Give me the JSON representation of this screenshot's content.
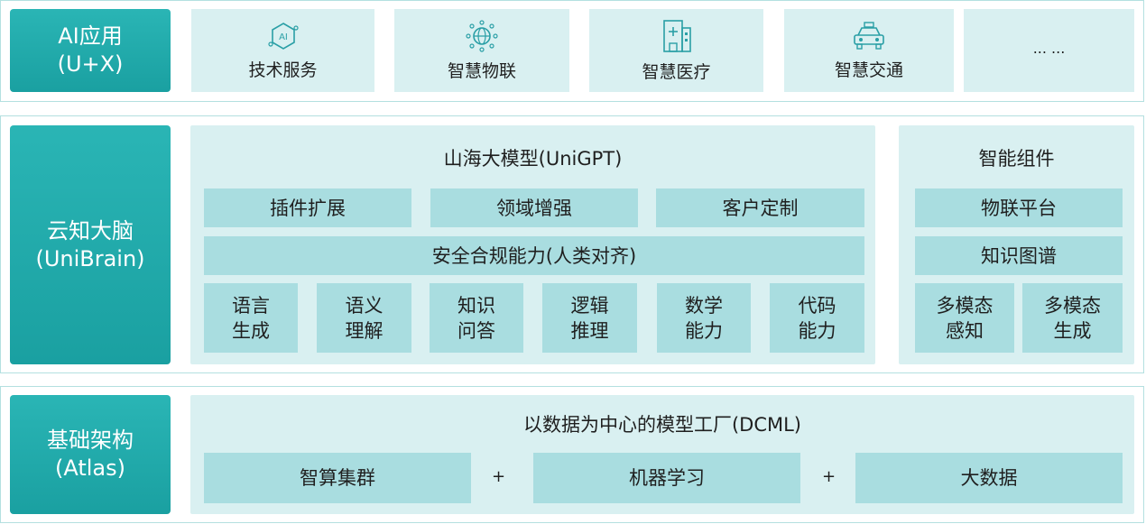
{
  "app_layer": {
    "label_line1": "AI应用",
    "label_line2": "(U+X)",
    "items": [
      {
        "label": "技术服务",
        "icon": "ai-chip-icon"
      },
      {
        "label": "智慧物联",
        "icon": "network-globe-icon"
      },
      {
        "label": "智慧医疗",
        "icon": "hospital-icon"
      },
      {
        "label": "智慧交通",
        "icon": "car-icon"
      },
      {
        "label": "... ..."
      }
    ]
  },
  "brain_layer": {
    "label_line1": "云知大脑",
    "label_line2": "(UniBrain)",
    "model": {
      "title": "山海大模型(UniGPT)",
      "row1": [
        "插件扩展",
        "领域增强",
        "客户定制"
      ],
      "safety": "安全合规能力(人类对齐)",
      "abilities": [
        [
          "语言",
          "生成"
        ],
        [
          "语义",
          "理解"
        ],
        [
          "知识",
          "问答"
        ],
        [
          "逻辑",
          "推理"
        ],
        [
          "数学",
          "能力"
        ],
        [
          "代码",
          "能力"
        ]
      ]
    },
    "components": {
      "title": "智能组件",
      "items": [
        "物联平台",
        "知识图谱"
      ],
      "multimodal": [
        [
          "多模态",
          "感知"
        ],
        [
          "多模态",
          "生成"
        ]
      ]
    }
  },
  "infra_layer": {
    "label_line1": "基础架构",
    "label_line2": "(Atlas)",
    "title": "以数据为中心的模型工厂(DCML)",
    "items": [
      "智算集群",
      "机器学习",
      "大数据"
    ],
    "plus": "+"
  },
  "colors": {
    "accent": "#1fa8a9",
    "panel": "#d9f0f1",
    "box": "#a9dde0",
    "border": "#b4e0e0",
    "icon": "#2a9fa6"
  }
}
